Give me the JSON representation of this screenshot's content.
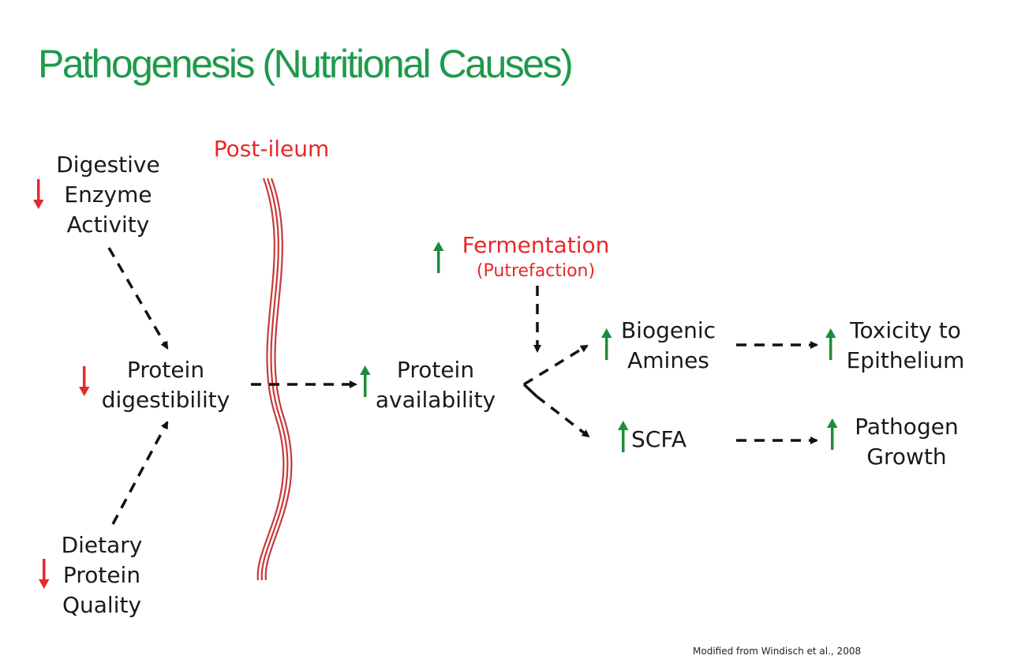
{
  "title": "Pathogenesis (Nutritional Causes)",
  "region_label": "Post-ileum",
  "nodes": {
    "digestive_enzyme": {
      "lines": [
        "Digestive",
        "Enzyme",
        "Activity"
      ],
      "trend": "down"
    },
    "protein_digestibility": {
      "lines": [
        "Protein",
        "digestibility"
      ],
      "trend": "down"
    },
    "dietary_protein": {
      "lines": [
        "Dietary",
        "Protein",
        "Quality"
      ],
      "trend": "down"
    },
    "protein_availability": {
      "lines": [
        "Protein",
        "availability"
      ],
      "trend": "up"
    },
    "fermentation": {
      "title": "Fermentation",
      "subtitle": "(Putrefaction)",
      "trend": "up"
    },
    "biogenic_amines": {
      "lines": [
        "Biogenic",
        "Amines"
      ],
      "trend": "up"
    },
    "scfa": {
      "lines": [
        "SCFA"
      ],
      "trend": "up"
    },
    "toxicity": {
      "lines": [
        "Toxicity to",
        "Epithelium"
      ],
      "trend": "up"
    },
    "pathogen_growth": {
      "lines": [
        "Pathogen",
        "Growth"
      ],
      "trend": "up"
    }
  },
  "citation": "Modified from Windisch et al., 2008",
  "colors": {
    "title": "#1f9a4a",
    "up_arrow": "#1e8c3a",
    "down_arrow": "#e8282b",
    "red_text": "#e8282b",
    "wave": "#c83a3a"
  }
}
